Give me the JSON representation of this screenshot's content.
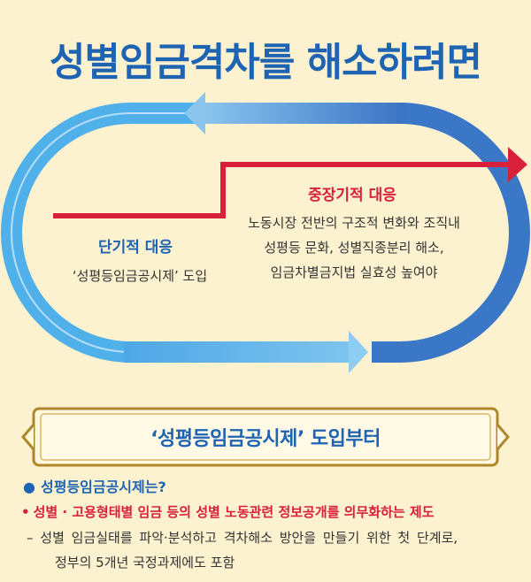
{
  "title": "성별임금격차를 해소하려면",
  "diagram": {
    "short_term": {
      "title": "단기적 대응",
      "desc": "‘성평등임금공시제’ 도입"
    },
    "mid_long_term": {
      "title": "중장기적 대응",
      "lines": [
        "노동시장 전반의 구조적 변화와 조직내",
        "성평등 문화,  성별직종분리 해소,",
        "임금차별금지법 실효성 높여야"
      ]
    }
  },
  "banner": "‘성평등임금공시제’ 도입부터",
  "definition": {
    "question": "성평등임금공시제는?",
    "answer": "성별 · 고용형태별 임금 등의 성별 노동관련 정보공개를 의무화하는 제도",
    "detail_line1": "– 성별 임금실태를 파악·분석하고 격차해소 방안을 만들기 위한 첫 단계로,",
    "detail_line2": "정부의 5개년 국정과제에도 포함"
  },
  "colors": {
    "title_blue": "#1f63b3",
    "red": "#d8203b",
    "light_blue": "#4fb0ea",
    "dark_blue": "#3a77c7",
    "background": "#fdf2cf",
    "banner_border": "#b0862a"
  }
}
